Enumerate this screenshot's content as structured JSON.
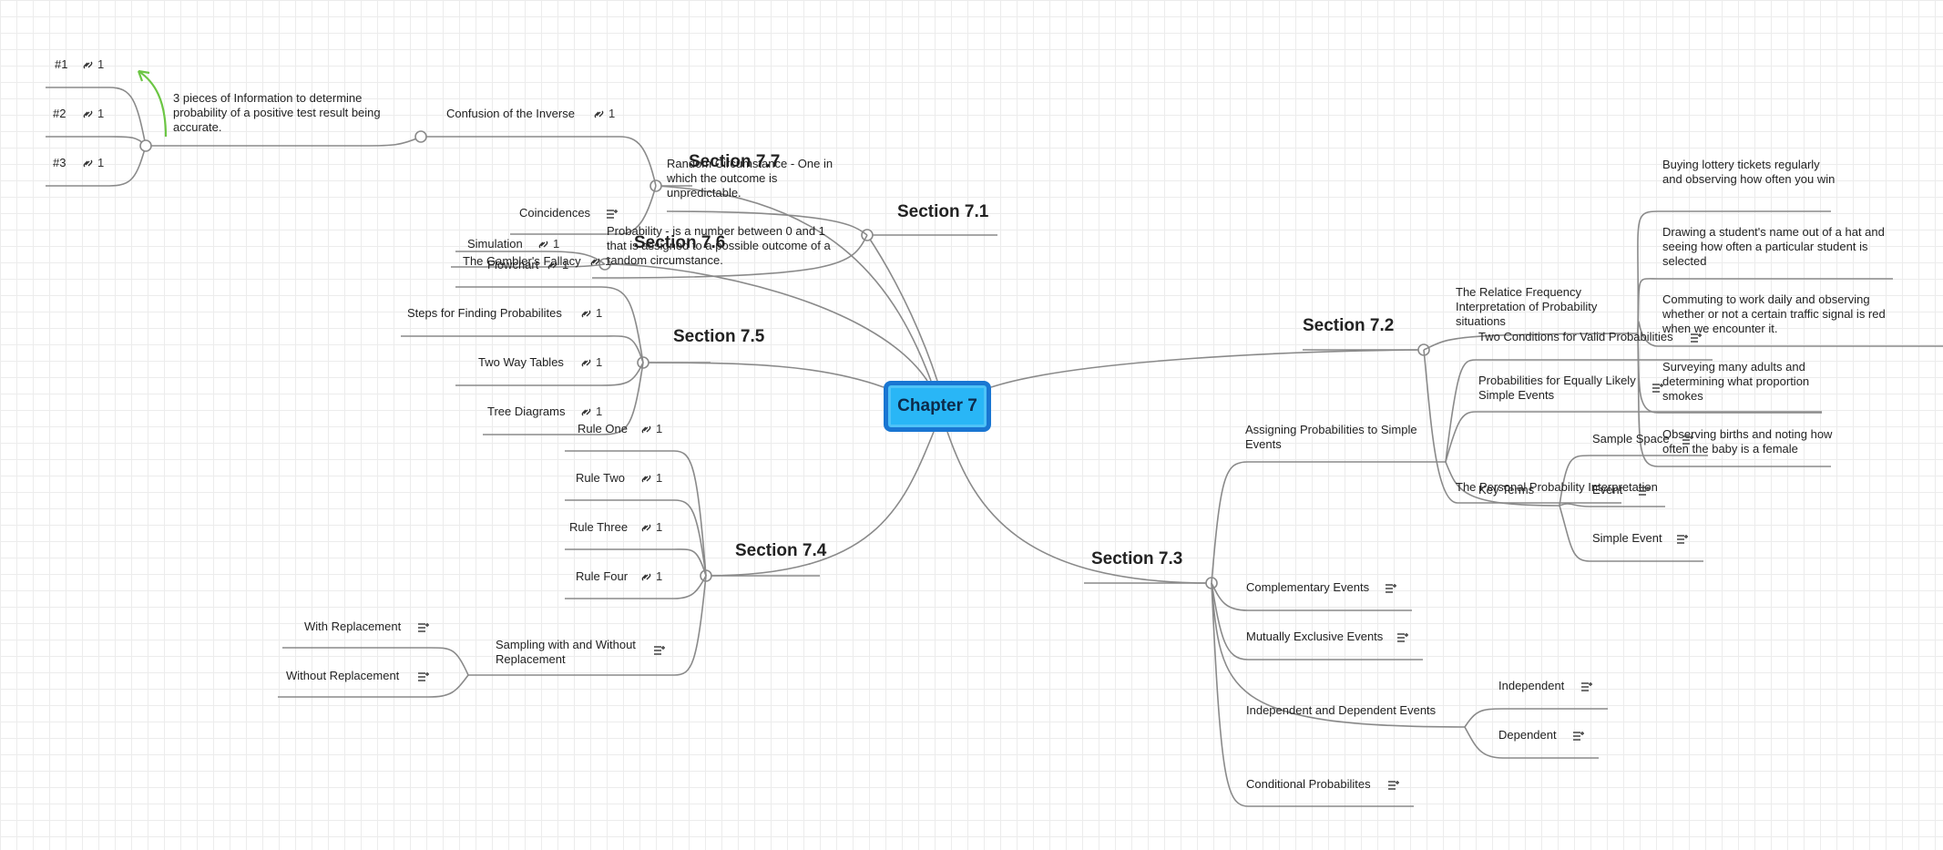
{
  "colors": {
    "root_fill": "#29b6f6",
    "root_border": "#1976d2",
    "link": "#8a8a8a",
    "arrow": "#6cc644"
  },
  "root": {
    "label": "Chapter 7"
  },
  "section_7_1": {
    "label": "Section 7.1",
    "random_circumstance": "Random Circumstance - One in which the outcome is unpredictable.",
    "probability": "Probability - is a number between 0 and 1 that is assigned to a possible outcome of a random circumstance."
  },
  "section_7_2": {
    "label": "Section 7.2",
    "relative_frequency": "The Relatice Frequency Interpretation of Probability situations",
    "examples": [
      "Buying lottery tickets regularly and observing how often you win",
      "Drawing a student's name out of a hat and seeing how often a particular student is selected",
      "Commuting to work daily and observing whether or not a certain traffic signal is red when we encounter it.",
      "Surveying many adults and determining what proportion smokes",
      "Observing births and noting how often the baby is a female"
    ],
    "personal_probability": "The Personal Probability Interpretation"
  },
  "section_7_3": {
    "label": "Section 7.3",
    "assigning": "Assigning Probabilities to Simple Events",
    "two_conditions": "Two Conditions for Valid Probabilities",
    "equally_likely": "Probabilities for Equally Likely Simple Events",
    "key_terms": "Key Terms",
    "sample_space": "Sample Space",
    "event": "Event",
    "simple_event": "Simple Event",
    "complementary": "Complementary Events",
    "mutually_exclusive": "Mutually Exclusive Events",
    "independent_dependent": "Independent and Dependent Events",
    "independent": "Independent",
    "dependent": "Dependent",
    "conditional": "Conditional Probabilites"
  },
  "section_7_4": {
    "label": "Section 7.4",
    "rules": [
      {
        "label": "Rule One",
        "count": "1"
      },
      {
        "label": "Rule Two",
        "count": "1"
      },
      {
        "label": "Rule Three",
        "count": "1"
      },
      {
        "label": "Rule Four",
        "count": "1"
      }
    ],
    "sampling": "Sampling with and Without Replacement",
    "with_replacement": "With Replacement",
    "without_replacement": "Without Replacement"
  },
  "section_7_5": {
    "label": "Section 7.5",
    "items": [
      {
        "label": "Steps for Finding Probabilites",
        "count": "1"
      },
      {
        "label": "Two Way Tables",
        "count": "1"
      },
      {
        "label": "Tree Diagrams",
        "count": "1"
      }
    ]
  },
  "section_7_6": {
    "label": "Section 7.6",
    "simulation": "Simulation",
    "simulation_count": "1",
    "flowchart": "Flowchart",
    "flowchart_count": "1"
  },
  "section_7_7": {
    "label": "Section 7.7",
    "confusion": "Confusion of the Inverse",
    "confusion_count": "1",
    "three_pieces": "3 pieces of Information to determine probability of a positive test result being accurate.",
    "pieces": [
      {
        "label": "#1",
        "count": "1"
      },
      {
        "label": "#2",
        "count": "1"
      },
      {
        "label": "#3",
        "count": "1"
      }
    ],
    "coincidences": "Coincidences",
    "gamblers_fallacy": "The Gambler's Fallacy",
    "gamblers_count": "1"
  }
}
